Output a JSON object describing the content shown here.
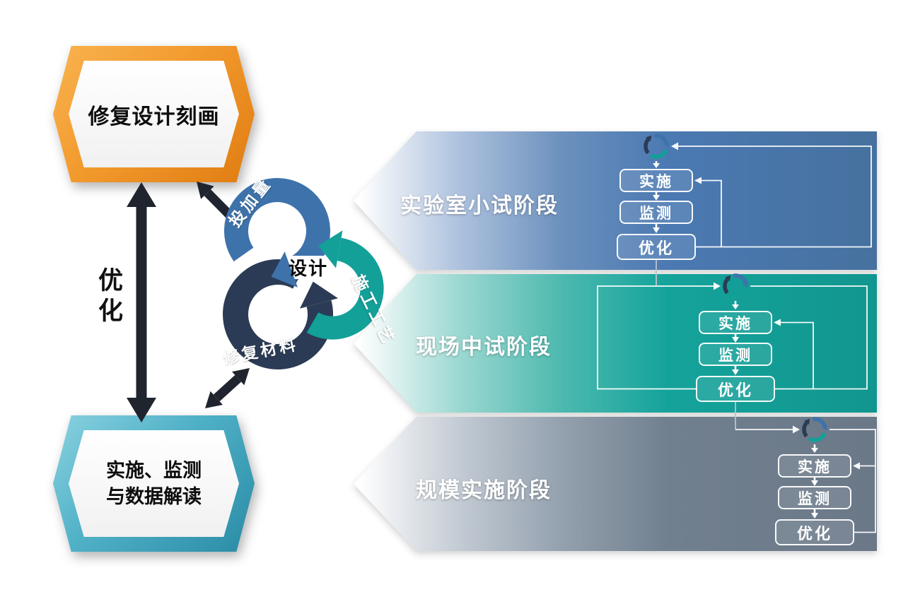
{
  "left_column": {
    "top_box": "修复设计刻画",
    "optimize": "优化",
    "bottom_box_line1": "实施、监测",
    "bottom_box_line2": "与数据解读"
  },
  "cycle": {
    "center": "设计",
    "dosage": "投加量",
    "process": "施工工艺",
    "material": "修复材料"
  },
  "stages": [
    {
      "label": "实验室小试阶段",
      "color": "#4b79b2",
      "steps": [
        "实施",
        "监测",
        "优化"
      ]
    },
    {
      "label": "现场中试阶段",
      "color": "#14a39b",
      "steps": [
        "实施",
        "监测",
        "优化"
      ]
    },
    {
      "label": "规模实施阶段",
      "color": "#71808f",
      "steps": [
        "实施",
        "监测",
        "优化"
      ]
    }
  ],
  "icons": {
    "loop_icon": "↻"
  },
  "colors": {
    "cycle_blue": "#3e72ab",
    "cycle_teal": "#12a099",
    "cycle_navy": "#2c3b55",
    "box_orange": "#ee8a1e",
    "box_teal": "#3fa9c2",
    "arrow_black": "#20242e"
  }
}
